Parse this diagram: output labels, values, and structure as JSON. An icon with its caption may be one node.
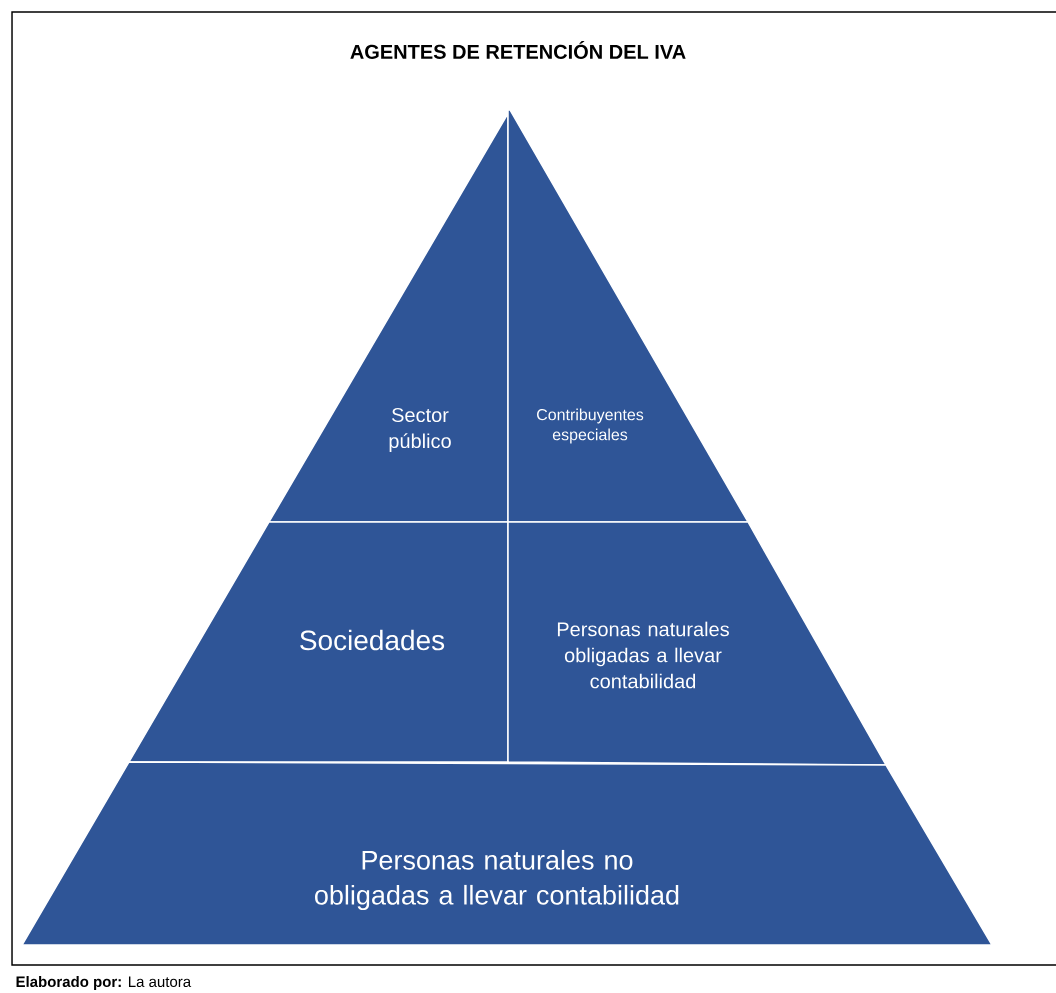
{
  "diagram": {
    "title": "AGENTES DE RETENCIÓN DEL IVA",
    "caption": "**Elaborado por:** La autora",
    "nodes": [
      {
        "text": [
          "Sector público"
        ]
      },
      {
        "text": [
          "Contribuyentes especiales"
        ]
      },
      {
        "text": [
          "Sociedades"
        ]
      },
      {
        "text": [
          "Personas naturales obligadas a llevar contabilidad"
        ]
      },
      {
        "text": [
          "Personas naturales no obligadas a llevar contabilidad"
        ]
      }
    ]
  }
}
